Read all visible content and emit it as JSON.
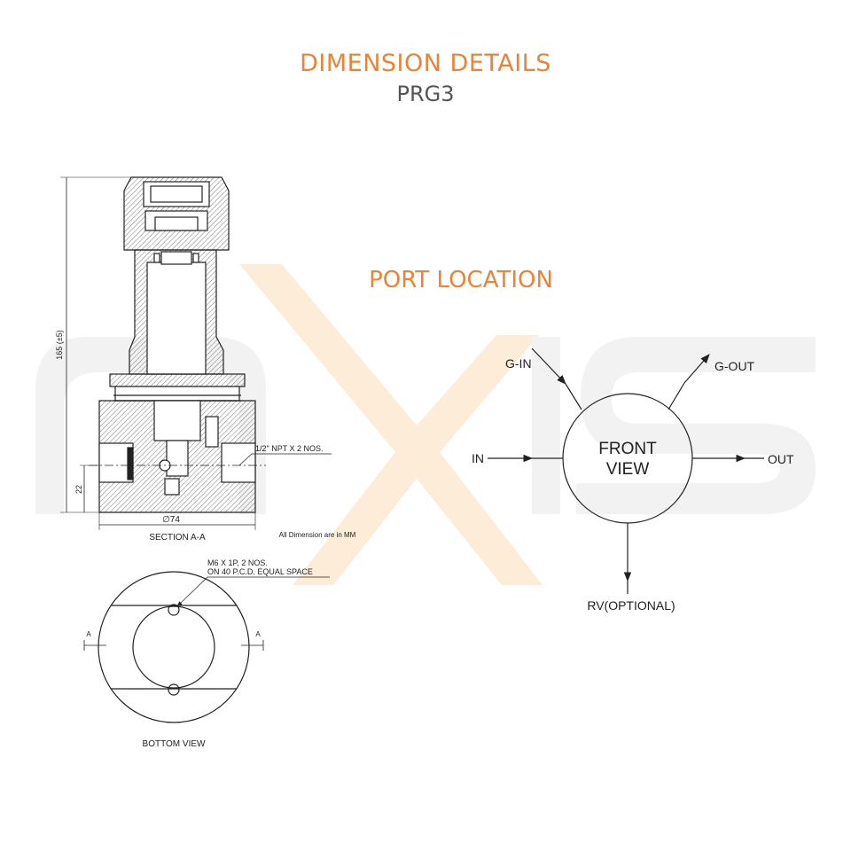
{
  "header": {
    "title": "DIMENSION DETAILS",
    "subtitle": "PRG3"
  },
  "watermark": {
    "text": "AXIS",
    "colors": {
      "gray": "#f1f1f1",
      "accent": "#fde9d2"
    }
  },
  "section_view": {
    "label": "SECTION A-A",
    "height_dim": "165 (±5)",
    "base_dim": "22",
    "diameter_dim": "∅74",
    "port_note": "1/2\" NPT X 2 NOS.",
    "units_note": "All Dimension are in MM"
  },
  "bottom_view": {
    "label": "BOTTOM VIEW",
    "note_line1": "M6 X 1P, 2 NOS.",
    "note_line2": "ON 40 P.C.D. EQUAL SPACE",
    "section_marker_left": "A",
    "section_marker_right": "A"
  },
  "port_location": {
    "title": "PORT LOCATION",
    "center_line1": "FRONT",
    "center_line2": "VIEW",
    "ports": {
      "g_in": "G-IN",
      "g_out": "G-OUT",
      "in": "IN",
      "out": "OUT",
      "rv": "RV(OPTIONAL)"
    }
  },
  "colors": {
    "accent": "#e8843a",
    "line": "#222222"
  }
}
